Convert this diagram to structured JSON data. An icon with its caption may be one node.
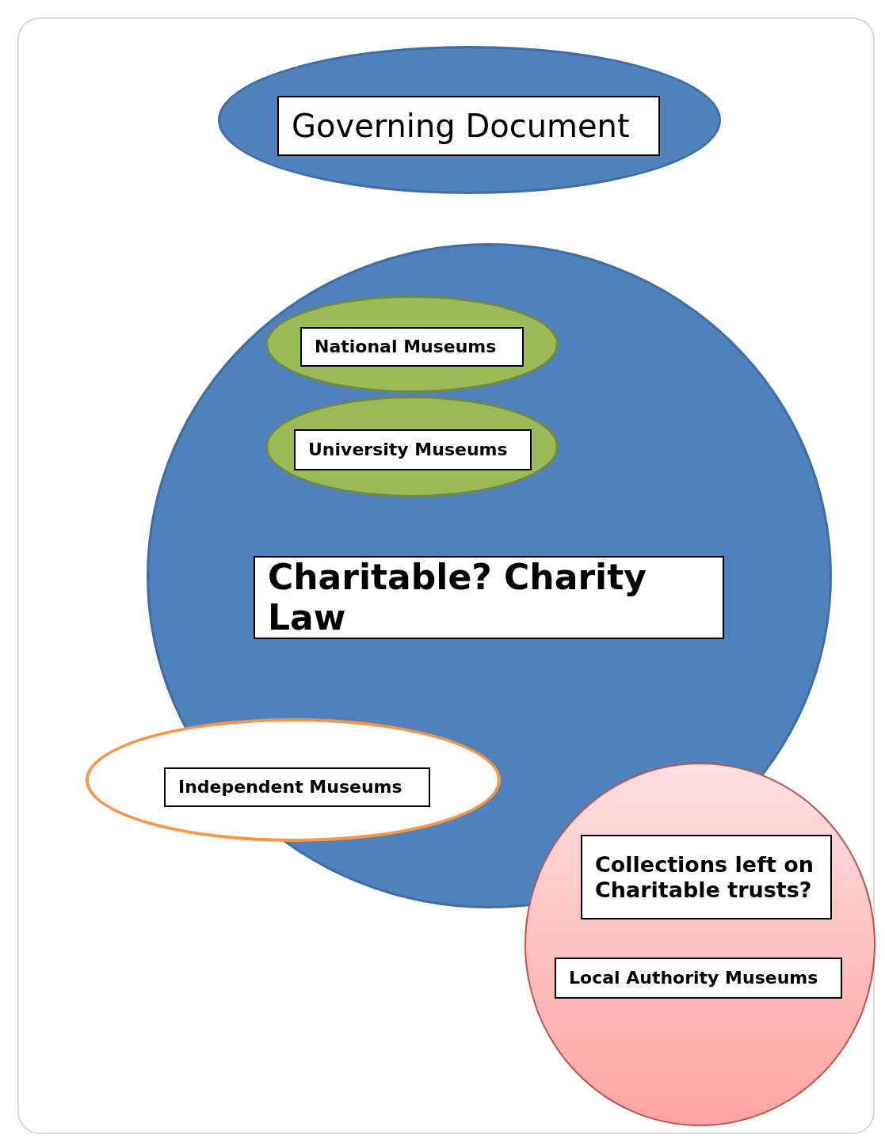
{
  "diagram": {
    "nodes": [
      {
        "text": [
          "Governing Document"
        ]
      },
      {
        "text": [
          "Charitable? Charity Law"
        ]
      },
      {
        "text": [
          "National Museums"
        ],
        "in": 1
      },
      {
        "text": [
          "University Museums"
        ],
        "in": 1
      },
      {
        "text": [
          "Independent Museums"
        ]
      },
      {
        "text": [
          "Collections left on Charitable trusts?",
          "Local Authority Museums"
        ]
      }
    ]
  }
}
